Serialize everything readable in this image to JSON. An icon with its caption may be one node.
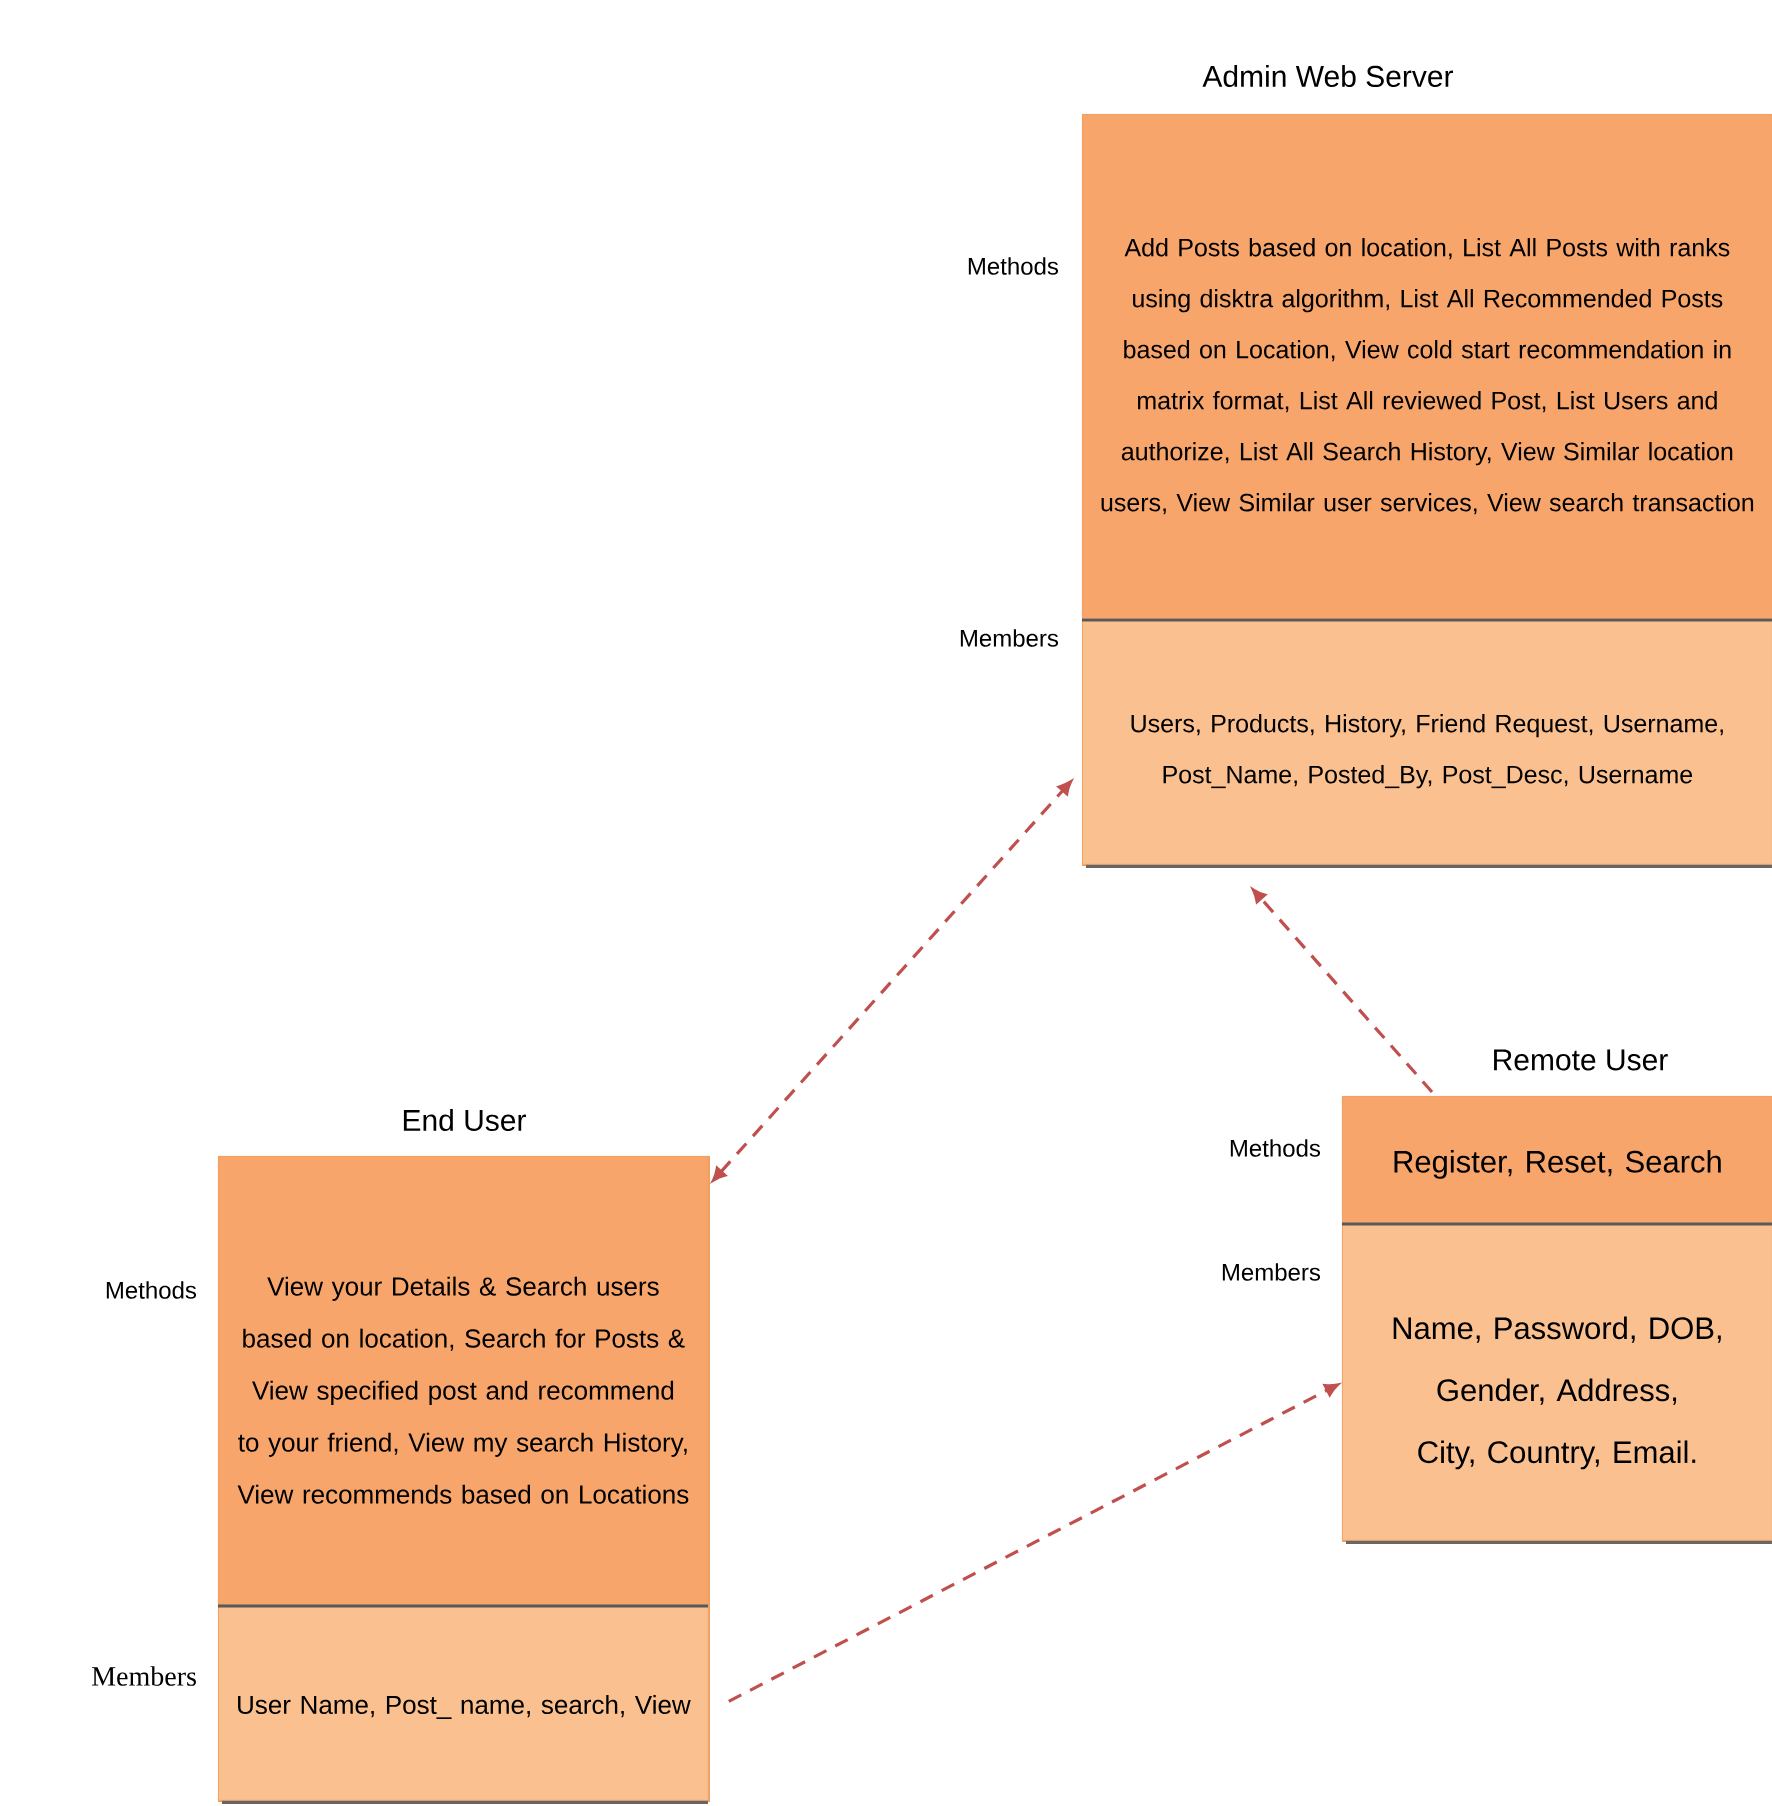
{
  "diagram": {
    "nodes": [
      {
        "text": [
          "Admin Web Server"
        ]
      },
      {
        "text": [
          "Add Posts based on location, List All Posts with ranks using disktra algorithm, List All Recommended Posts based on Location, View cold start recommendation in matrix format, List All reviewed Post, List Users and authorize, List All Search History, View Similar location users, View Similar user services, View search transaction"
        ],
        "in": 0,
        "beside": [
          "Methods"
        ]
      },
      {
        "text": [
          "Users, Products, History, Friend Request, Username, Post_Name, Posted_By, Post_Desc, Username"
        ],
        "in": 0,
        "beside": [
          "Members"
        ]
      },
      {
        "text": [
          "End User"
        ]
      },
      {
        "text": [
          "View your Details & Search users based on location, Search for Posts & View specified post and recommend to your friend, View my search History, View recommends based on Locations"
        ],
        "in": 3,
        "beside": [
          "Methods"
        ]
      },
      {
        "text": [
          "User Name, Post_ name, search, View"
        ],
        "in": 3,
        "beside": [
          "Members"
        ]
      },
      {
        "text": [
          "Remote User"
        ]
      },
      {
        "text": [
          "Register, Reset, Search"
        ],
        "in": 6,
        "beside": [
          "Methods"
        ]
      },
      {
        "text": [
          "Name, Password, DOB, Gender, Address, City, Country, Email."
        ],
        "in": 6,
        "beside": [
          "Members"
        ]
      }
    ],
    "edges": [
      {
        "from": 3,
        "to": 0,
        "arrow": "both",
        "style": "dashed"
      },
      {
        "from": 6,
        "to": 0,
        "arrow": "to",
        "style": "dashed"
      },
      {
        "from": 5,
        "to": 8,
        "arrow": "to",
        "style": "dashed"
      }
    ]
  }
}
